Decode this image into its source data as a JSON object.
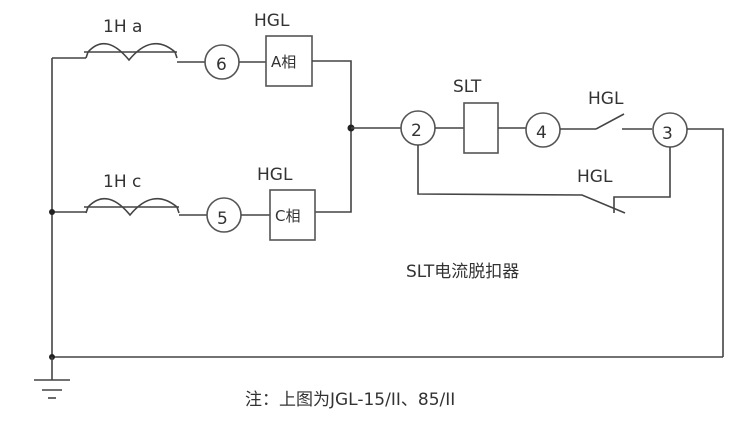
{
  "diagram": {
    "branch_a": {
      "coil_label": "1H a",
      "terminal": "6",
      "relay_title": "HGL",
      "relay_phase": "A相"
    },
    "branch_c": {
      "coil_label": "1H c",
      "terminal": "5",
      "relay_title": "HGL",
      "relay_phase": "C相"
    },
    "right_circuit": {
      "terminal_left": "2",
      "trip_coil_label": "SLT",
      "terminal_mid": "4",
      "contact_no_label": "HGL",
      "terminal_right": "3",
      "contact_nc_label": "HGL"
    },
    "caption": "SLT电流脱扣器",
    "note": "注：上图为JGL-15/II、85/II"
  }
}
